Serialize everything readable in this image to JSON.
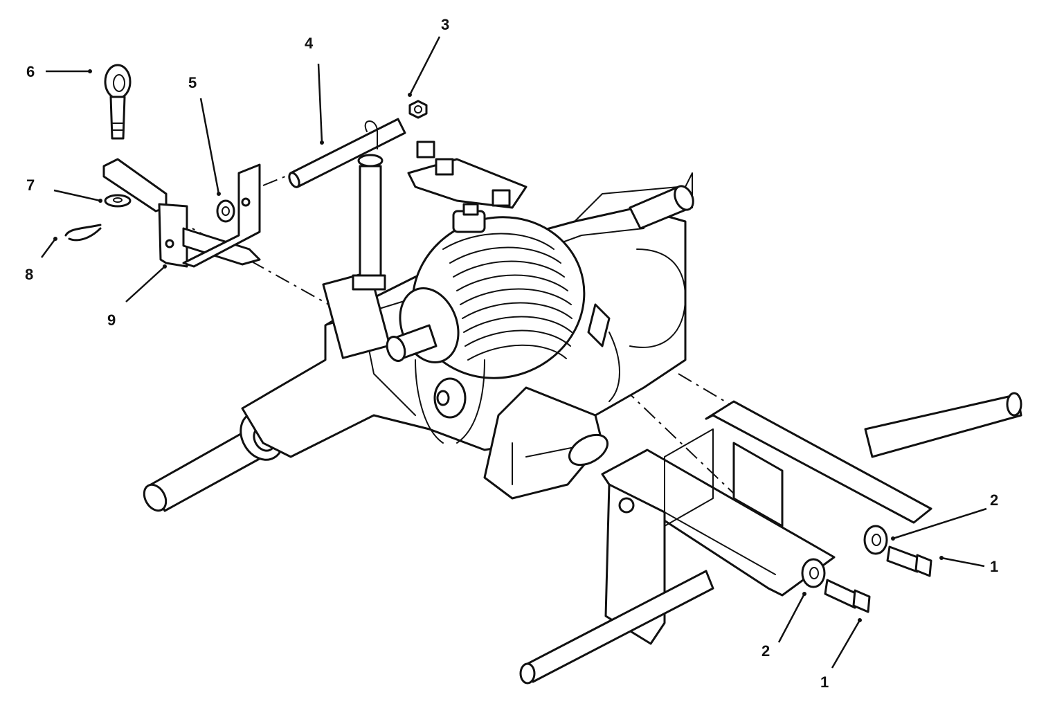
{
  "callouts": [
    {
      "id": "c1a",
      "label": "1"
    },
    {
      "id": "c1b",
      "label": "1"
    },
    {
      "id": "c2a",
      "label": "2"
    },
    {
      "id": "c2b",
      "label": "2"
    },
    {
      "id": "c3",
      "label": "3"
    },
    {
      "id": "c4",
      "label": "4"
    },
    {
      "id": "c5",
      "label": "5"
    },
    {
      "id": "c6",
      "label": "6"
    },
    {
      "id": "c7",
      "label": "7"
    },
    {
      "id": "c8",
      "label": "8"
    },
    {
      "id": "c9",
      "label": "9"
    }
  ]
}
